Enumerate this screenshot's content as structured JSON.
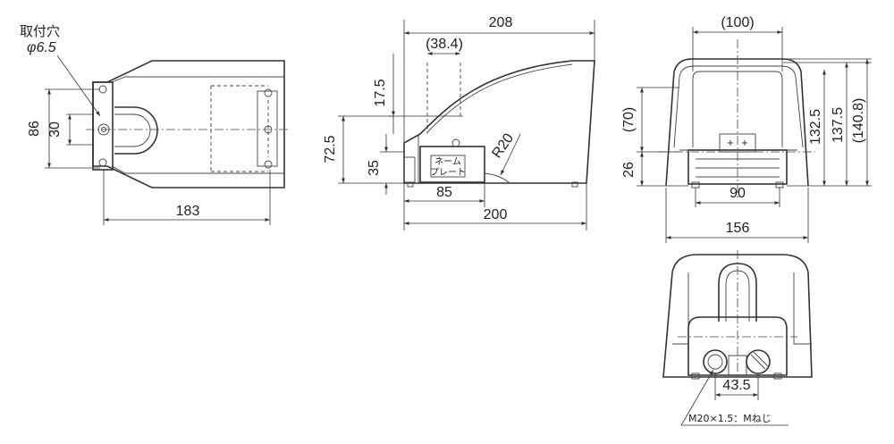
{
  "hole_note": {
    "title": "取付穴",
    "diameter": "φ6.5"
  },
  "top_view": {
    "dim_86": "86",
    "dim_30": "30",
    "dim_183": "183"
  },
  "side_view": {
    "dim_208": "208",
    "dim_38_4": "(38.4)",
    "dim_17_5": "17.5",
    "dim_72_5": "72.5",
    "dim_35": "35",
    "dim_85": "85",
    "dim_200": "200",
    "radius": "R20",
    "nameplate_line1": "ネーム",
    "nameplate_line2": "プレート"
  },
  "front_view": {
    "dim_100": "(100)",
    "dim_70": "(70)",
    "dim_26": "26",
    "dim_132_5": "132.5",
    "dim_137_5": "137.5",
    "dim_140_8": "(140.8)",
    "dim_90": "90",
    "dim_156": "156"
  },
  "rear_view": {
    "dim_43_5": "43.5",
    "thread_note": "M20×1.5：Mねじ"
  }
}
